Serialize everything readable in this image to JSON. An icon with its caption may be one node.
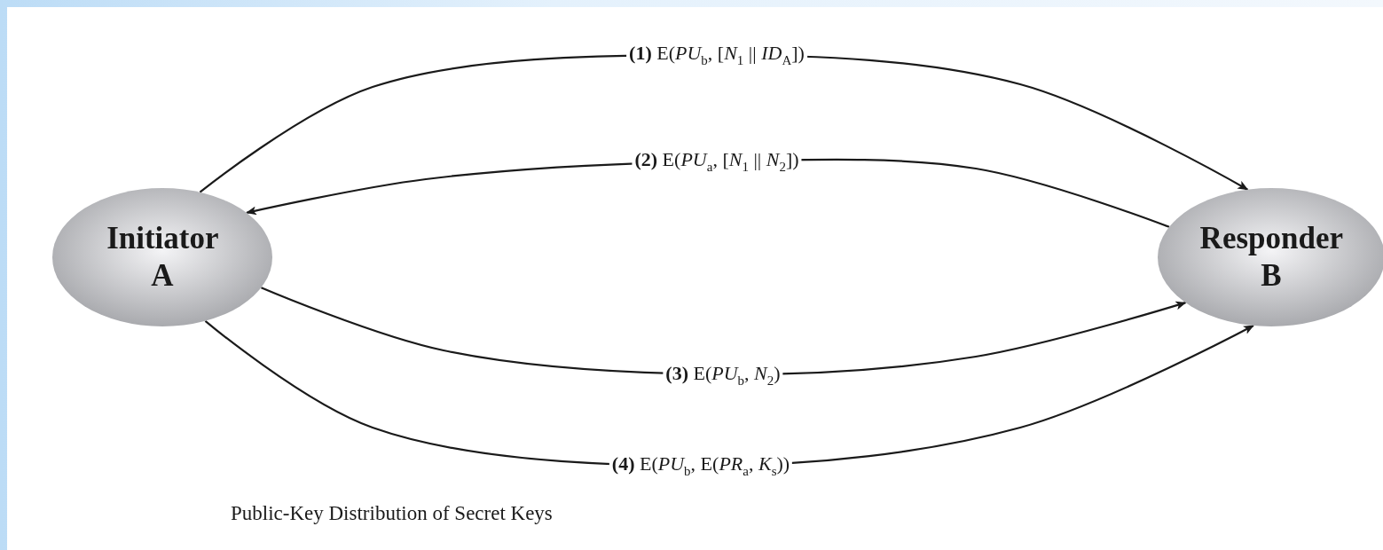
{
  "diagram": {
    "caption": "Public-Key Distribution of Secret Keys",
    "nodes": [
      {
        "text": [
          "Initiator A"
        ]
      },
      {
        "text": [
          "Responder B"
        ]
      }
    ],
    "edges": [
      {
        "from": 0,
        "to": 1,
        "arrow": "to",
        "label": "**(1)** E(*PU*$_{b}$, [*N*$_{1}$ || *ID*$_{A}$])"
      },
      {
        "from": 1,
        "to": 0,
        "arrow": "to",
        "label": "**(2)** E(*PU*$_{a}$, [*N*$_{1}$ || *N*$_{2}$])"
      },
      {
        "from": 0,
        "to": 1,
        "arrow": "to",
        "label": "**(3)** E(*PU*$_{b}$, *N*$_{2}$)"
      },
      {
        "from": 0,
        "to": 1,
        "arrow": "to",
        "label": "**(4)** E(*PU*$_{b}$, E(*PR*$_{a}$, *K*$_{s}$))"
      }
    ]
  }
}
